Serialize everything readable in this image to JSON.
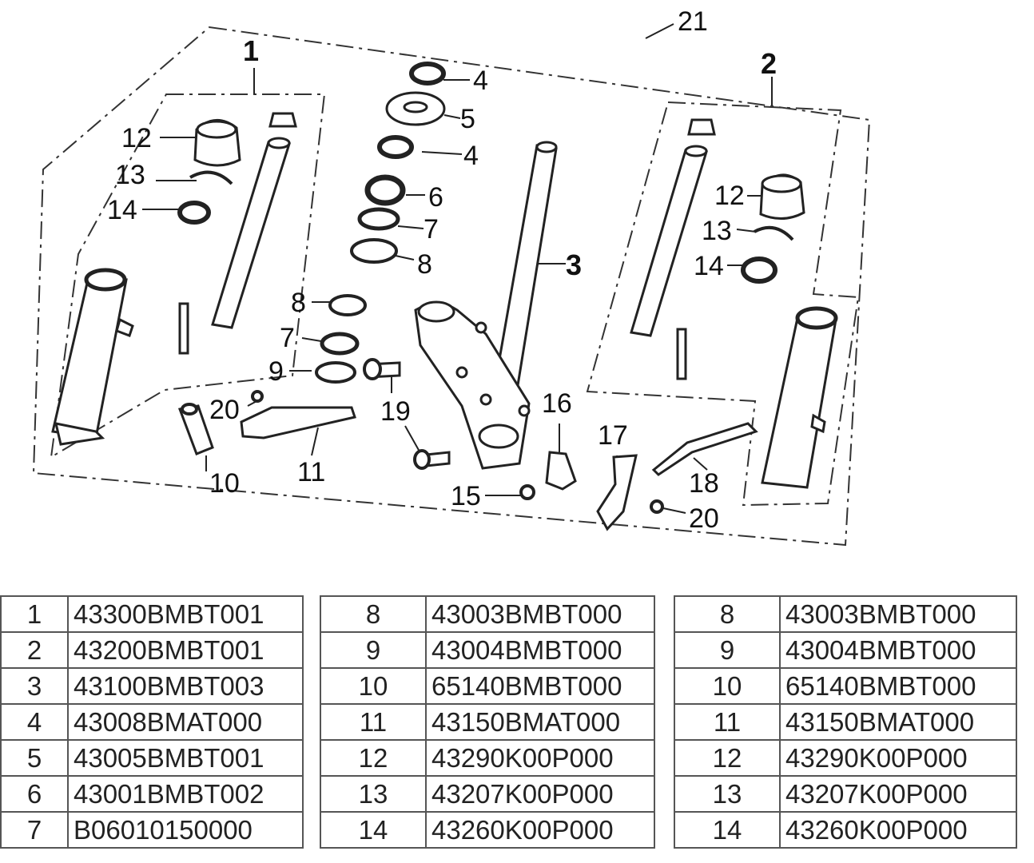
{
  "callouts": {
    "c21": "21",
    "c1": "1",
    "c2": "2",
    "c3": "3",
    "c4a": "4",
    "c4b": "4",
    "c5": "5",
    "c6": "6",
    "c7a": "7",
    "c8a": "8",
    "c8b": "8",
    "c7b": "7",
    "c9": "9",
    "c19": "19",
    "c20a": "20",
    "c10": "10",
    "c11": "11",
    "c15": "15",
    "c16": "16",
    "c17": "17",
    "c18": "18",
    "c20b": "20",
    "c12l": "12",
    "c13l": "13",
    "c14l": "14",
    "c12r": "12",
    "c13r": "13",
    "c14r": "14"
  },
  "tables": [
    {
      "rows": [
        {
          "num": "1",
          "code": "43300BMBT001"
        },
        {
          "num": "2",
          "code": "43200BMBT001"
        },
        {
          "num": "3",
          "code": "43100BMBT003"
        },
        {
          "num": "4",
          "code": "43008BMAT000"
        },
        {
          "num": "5",
          "code": "43005BMBT001"
        },
        {
          "num": "6",
          "code": "43001BMBT002"
        },
        {
          "num": "7",
          "code": "B06010150000"
        }
      ]
    },
    {
      "rows": [
        {
          "num": "8",
          "code": "43003BMBT000"
        },
        {
          "num": "9",
          "code": "43004BMBT000"
        },
        {
          "num": "10",
          "code": "65140BMBT000"
        },
        {
          "num": "11",
          "code": "43150BMAT000"
        },
        {
          "num": "12",
          "code": "43290K00P000"
        },
        {
          "num": "13",
          "code": "43207K00P000"
        },
        {
          "num": "14",
          "code": "43260K00P000"
        }
      ]
    },
    {
      "rows": [
        {
          "num": "8",
          "code": "43003BMBT000"
        },
        {
          "num": "9",
          "code": "43004BMBT000"
        },
        {
          "num": "10",
          "code": "65140BMBT000"
        },
        {
          "num": "11",
          "code": "43150BMAT000"
        },
        {
          "num": "12",
          "code": "43290K00P000"
        },
        {
          "num": "13",
          "code": "43207K00P000"
        },
        {
          "num": "14",
          "code": "43260K00P000"
        }
      ]
    }
  ]
}
